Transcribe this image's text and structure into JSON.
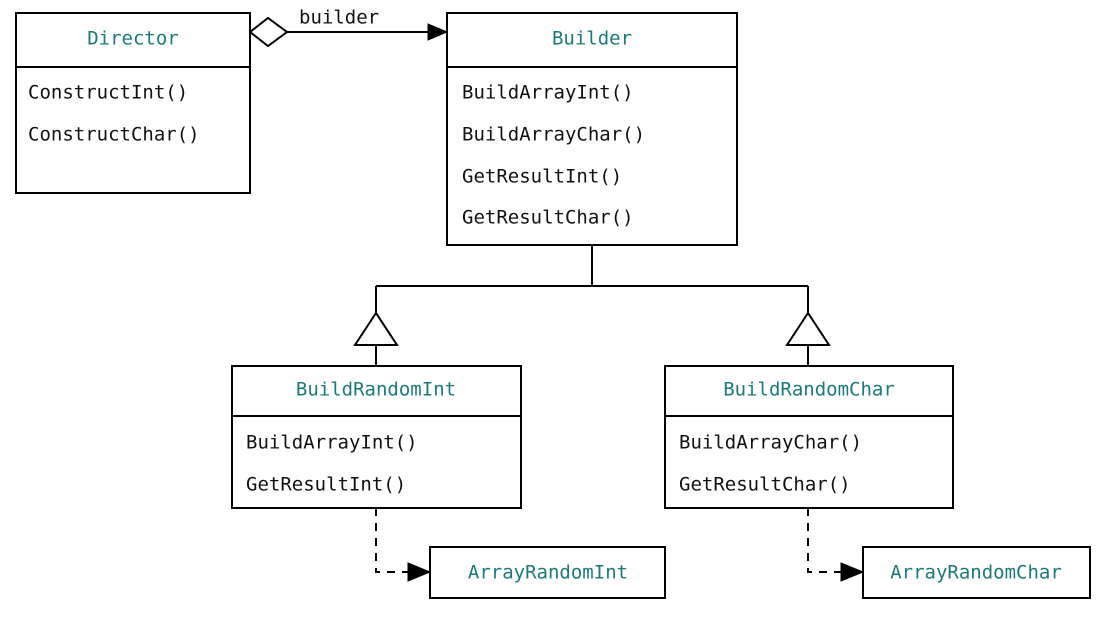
{
  "diagram": {
    "kind": "uml-class-diagram",
    "pattern_name": "Builder",
    "title_color": "#1c7a7a",
    "text_color": "#111111",
    "line_color": "#000000",
    "background": "#ffffff"
  },
  "classes": {
    "director": {
      "name": "Director",
      "methods": [
        "ConstructInt()",
        "ConstructChar()"
      ]
    },
    "builder": {
      "name": "Builder",
      "methods": [
        "BuildArrayInt()",
        "BuildArrayChar()",
        "GetResultInt()",
        "GetResultChar()"
      ]
    },
    "build_random_int": {
      "name": "BuildRandomInt",
      "methods": [
        "BuildArrayInt()",
        "GetResultInt()"
      ]
    },
    "build_random_char": {
      "name": "BuildRandomChar",
      "methods": [
        "BuildArrayChar()",
        "GetResultChar()"
      ]
    },
    "array_random_int": {
      "name": "ArrayRandomInt",
      "methods": []
    },
    "array_random_char": {
      "name": "ArrayRandomChar",
      "methods": []
    }
  },
  "relationships": {
    "aggregation": {
      "label": "builder",
      "from": "Director",
      "to": "Builder",
      "source_marker": "hollow-diamond",
      "target_marker": "solid-arrow",
      "line_style": "solid"
    },
    "inheritance_int": {
      "from": "BuildRandomInt",
      "to": "Builder",
      "target_marker": "hollow-triangle",
      "line_style": "solid"
    },
    "inheritance_char": {
      "from": "BuildRandomChar",
      "to": "Builder",
      "target_marker": "hollow-triangle",
      "line_style": "solid"
    },
    "dependency_int": {
      "from": "BuildRandomInt",
      "to": "ArrayRandomInt",
      "target_marker": "solid-arrow",
      "line_style": "dashed"
    },
    "dependency_char": {
      "from": "BuildRandomChar",
      "to": "ArrayRandomChar",
      "target_marker": "solid-arrow",
      "line_style": "dashed"
    }
  }
}
